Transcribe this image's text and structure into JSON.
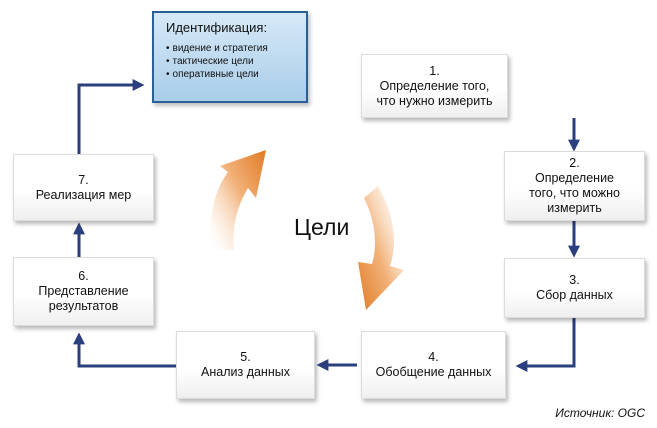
{
  "identification": {
    "title": "Идентификация:",
    "items": [
      "видение и стратегия",
      "тактические цели",
      "оперативные цели"
    ]
  },
  "steps": [
    {
      "number": "1.",
      "lines": [
        "Определение того,",
        "что нужно измерить"
      ]
    },
    {
      "number": "2.",
      "lines": [
        "Определение",
        "того, что можно",
        "измерить"
      ]
    },
    {
      "number": "3.",
      "lines": [
        "Сбор данных"
      ]
    },
    {
      "number": "4.",
      "lines": [
        "Обобщение данных"
      ]
    },
    {
      "number": "5.",
      "lines": [
        "Анализ данных"
      ]
    },
    {
      "number": "6.",
      "lines": [
        "Представление",
        "результатов"
      ]
    },
    {
      "number": "7.",
      "lines": [
        "Реализация мер"
      ]
    }
  ],
  "center_label": "Цели",
  "source": "Источник: OGC",
  "colors": {
    "arrow": "#2a3f7d",
    "cycle_arrow": "#e07a24",
    "ident_border": "#2a5f98"
  }
}
